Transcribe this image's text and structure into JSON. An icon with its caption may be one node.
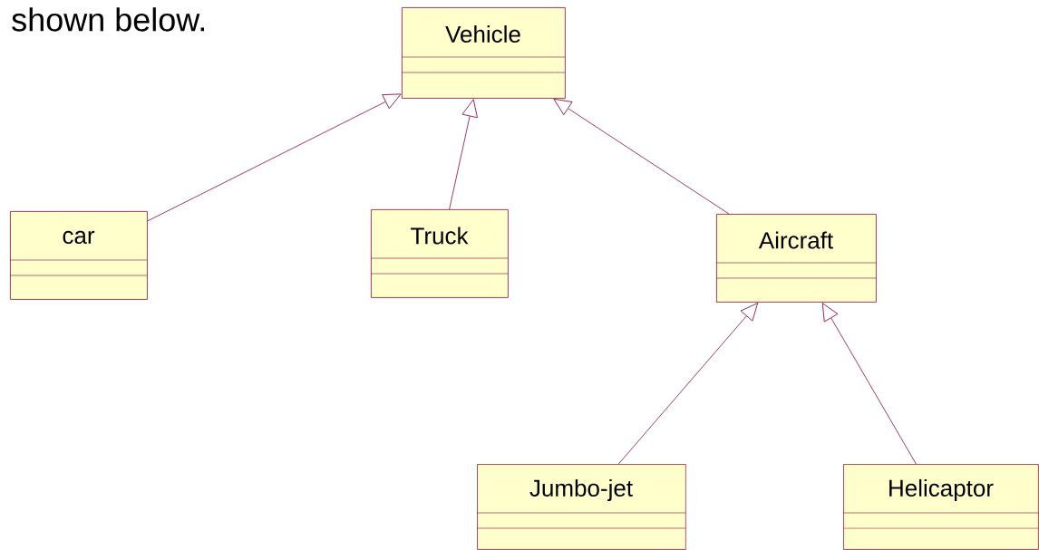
{
  "diagram": {
    "nodes": [
      {
        "text": [
          "Vehicle"
        ]
      },
      {
        "text": [
          "car"
        ]
      },
      {
        "text": [
          "Truck"
        ]
      },
      {
        "text": [
          "Aircraft"
        ]
      },
      {
        "text": [
          "Jumbo-jet"
        ]
      },
      {
        "text": [
          "Helicaptor"
        ]
      }
    ],
    "edges": [
      {
        "from": 1,
        "to": 0,
        "arrow": "to"
      },
      {
        "from": 2,
        "to": 0,
        "arrow": "to"
      },
      {
        "from": 3,
        "to": 0,
        "arrow": "to"
      },
      {
        "from": 4,
        "to": 3,
        "arrow": "to"
      },
      {
        "from": 5,
        "to": 3,
        "arrow": "to"
      }
    ],
    "labels": [
      "shown below."
    ]
  }
}
